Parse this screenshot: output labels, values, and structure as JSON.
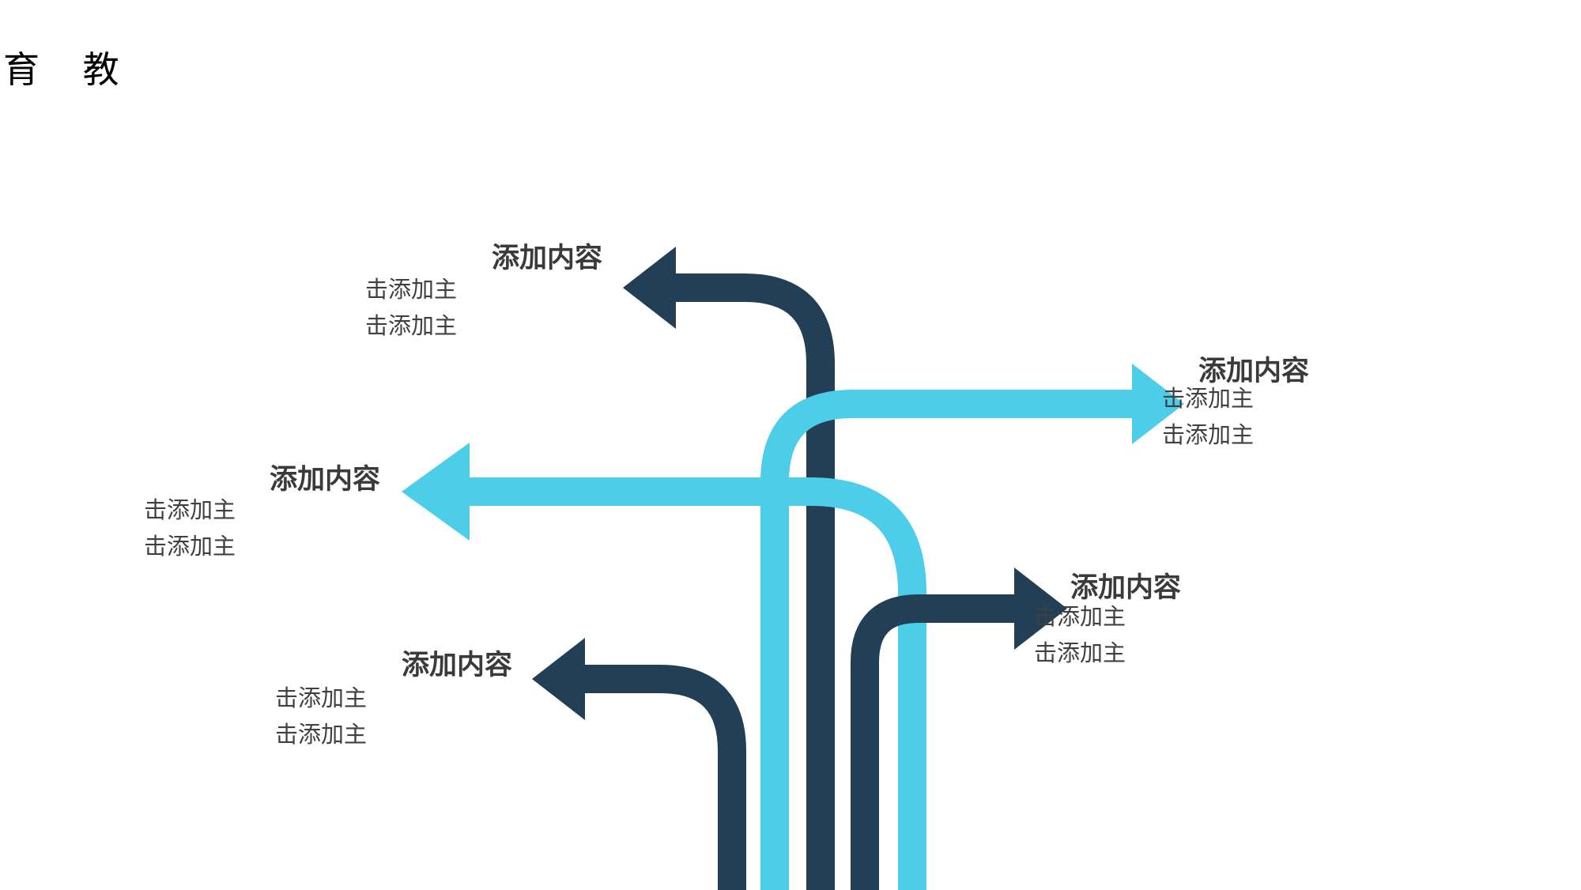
{
  "title": "育 教",
  "colors": {
    "dark_navy": "#223f55",
    "light_cyan": "#4ccde8",
    "text": "#3a3a3a"
  },
  "branches": [
    {
      "id": "upper-left",
      "heading": "添加内容",
      "lines": [
        "击添加主",
        "击添加主"
      ],
      "color": "dark_navy",
      "direction": "left"
    },
    {
      "id": "upper-right",
      "heading": "添加内容",
      "lines": [
        "击添加主",
        "击添加主"
      ],
      "color": "light_cyan",
      "direction": "right"
    },
    {
      "id": "middle-left",
      "heading": "添加内容",
      "lines": [
        "击添加主",
        "击添加主"
      ],
      "color": "light_cyan",
      "direction": "left"
    },
    {
      "id": "lower-right",
      "heading": "添加内容",
      "lines": [
        "击添加主",
        "击添加主"
      ],
      "color": "dark_navy",
      "direction": "right"
    },
    {
      "id": "lower-left",
      "heading": "添加内容",
      "lines": [
        "击添加主",
        "击添加主"
      ],
      "color": "dark_navy",
      "direction": "left"
    }
  ]
}
